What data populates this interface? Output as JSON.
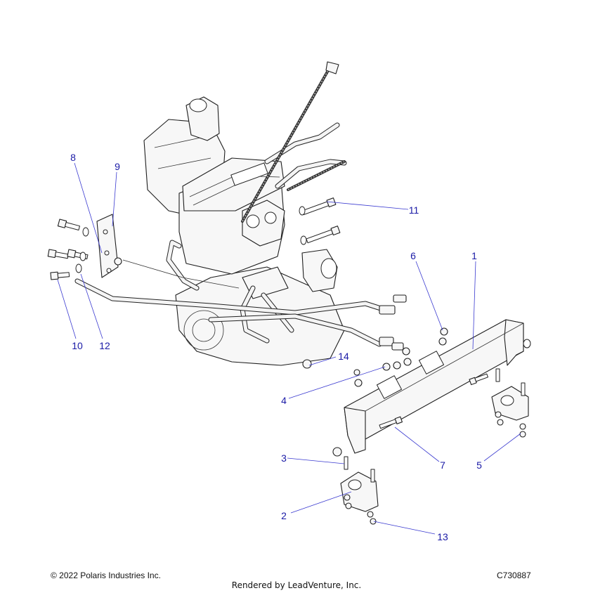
{
  "callouts": [
    {
      "label": "1"
    },
    {
      "label": "2"
    },
    {
      "label": "3"
    },
    {
      "label": "4"
    },
    {
      "label": "5"
    },
    {
      "label": "6"
    },
    {
      "label": "7"
    },
    {
      "label": "8"
    },
    {
      "label": "9"
    },
    {
      "label": "10"
    },
    {
      "label": "11"
    },
    {
      "label": "12"
    },
    {
      "label": "13"
    },
    {
      "label": "14"
    }
  ],
  "footer": {
    "copyright": "© 2022 Polaris Industries Inc.",
    "rendered_by": "Rendered by LeadVenture, Inc.",
    "figure_code": "C730887"
  },
  "colors": {
    "callout_text": "#1a1aa6",
    "leader_line": "#3a3ad0"
  }
}
